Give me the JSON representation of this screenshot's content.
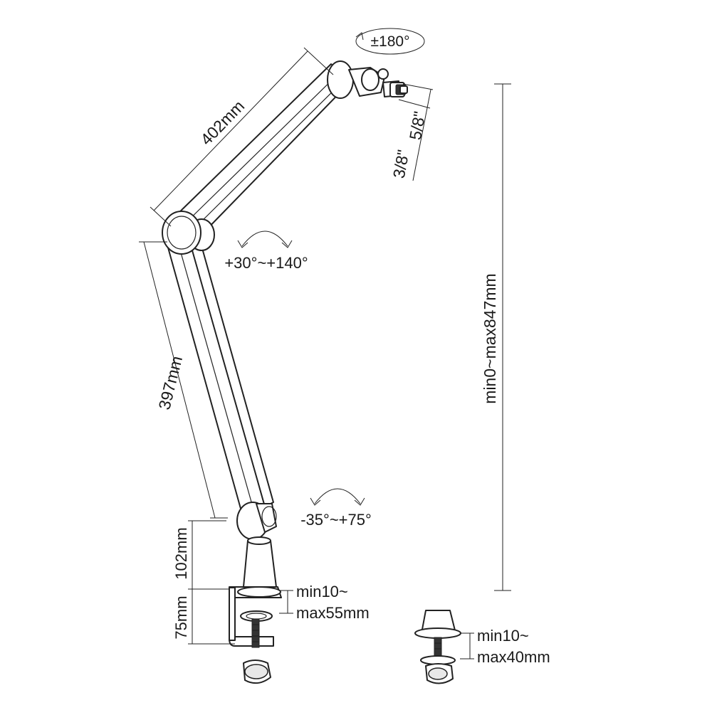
{
  "labels": {
    "rotation_top": "±180°",
    "upper_arm_length": "402mm",
    "thread_a": "5/8\"",
    "thread_b": "3/8\"",
    "elbow_angle": "+30°~+140°",
    "lower_arm_length": "397mm",
    "height_range": "min0~max847mm",
    "base_angle": "-35°~+75°",
    "post_height": "102mm",
    "clamp_height": "75mm",
    "clamp_range_line1": "min10~",
    "clamp_range_line2": "max55mm",
    "alt_clamp_range_line1": "min10~",
    "alt_clamp_range_line2": "max40mm"
  },
  "colors": {
    "line": "#222222",
    "fill": "#ffffff",
    "shade": "#e8e8e8"
  }
}
